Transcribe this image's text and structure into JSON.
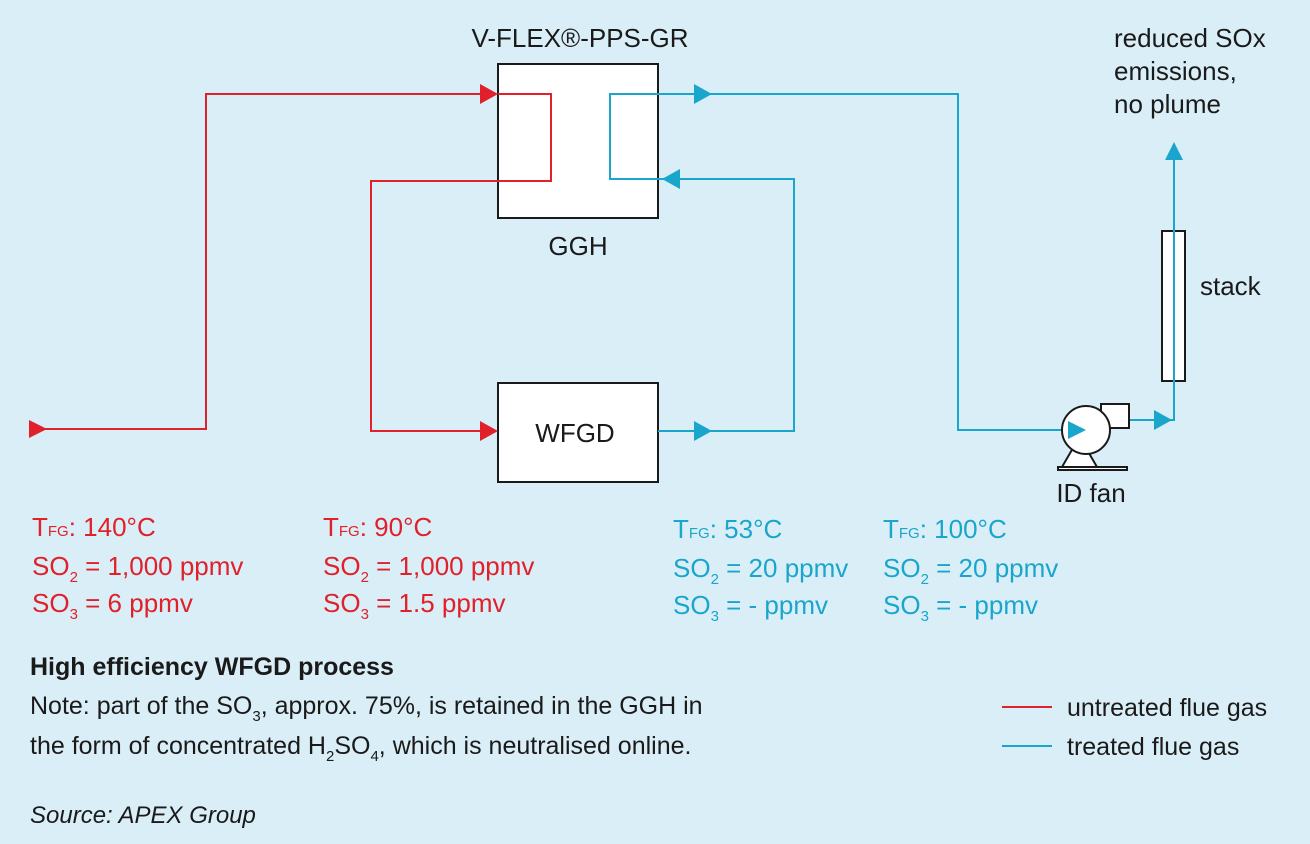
{
  "colors": {
    "untreated": "#e0202a",
    "treated": "#1aa6cc",
    "background": "#daeef7",
    "ink": "#1a1a1a"
  },
  "units": {
    "ggh_top_label": "V-FLEX®-PPS-GR",
    "ggh": "GGH",
    "wfgd": "WFGD",
    "stack": "stack",
    "id_fan": "ID fan",
    "outlet": [
      "reduced SOx",
      "emissions,",
      "no plume"
    ]
  },
  "conditions": [
    {
      "t_sub": "FG",
      "t_val": ": 140°C",
      "so2_val": " = 1,000 ppmv",
      "so3_val": " = 6 ppmv"
    },
    {
      "t_sub": "FG",
      "t_val": ": 90°C",
      "so2_val": " = 1,000 ppmv",
      "so3_val": " = 1.5 ppmv"
    },
    {
      "t_sub": "FG",
      "t_val": ": 53°C",
      "so2_val": " = 20 ppmv",
      "so3_val": " = - ppmv"
    },
    {
      "t_sub": "FG",
      "t_val": ": 100°C",
      "so2_val": " = 20 ppmv",
      "so3_val": " = - ppmv"
    }
  ],
  "formula": {
    "t": "T",
    "so": "SO",
    "two": "2",
    "three": "3",
    "four": "4",
    "h": "H"
  },
  "caption": {
    "title": "High efficiency WFGD process",
    "note_1a": "Note: part of the SO",
    "note_1b": ", approx. 75%, is retained in the GGH in",
    "note_2a": "the form of concentrated H",
    "note_2b": "SO",
    "note_2c": ", which is neutralised online.",
    "source": "Source: APEX Group"
  },
  "legend": [
    {
      "label": "untreated flue gas",
      "color": "#e0202a"
    },
    {
      "label": "treated flue gas",
      "color": "#1aa6cc"
    }
  ]
}
